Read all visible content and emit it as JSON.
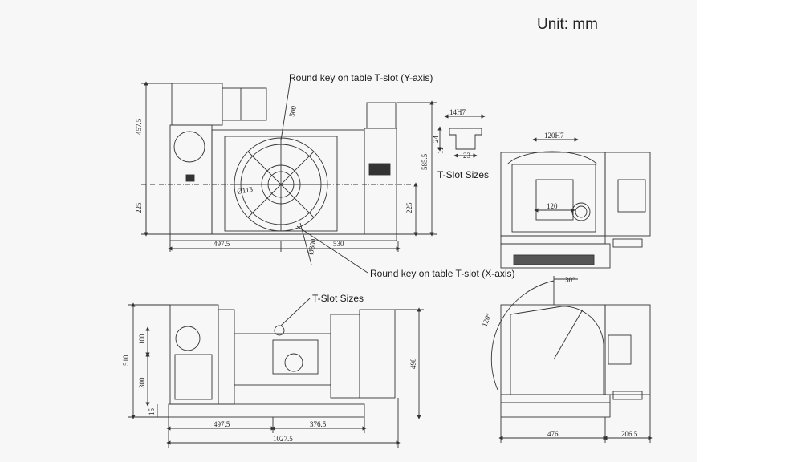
{
  "unit_label": "Unit: mm",
  "callouts": {
    "y_axis_key": "Round key on table T-slot (Y-axis)",
    "x_axis_key": "Round key on table T-slot (X-axis)",
    "tslot_sizes_top": "T-Slot Sizes",
    "tslot_sizes_bottom": "T-Slot Sizes"
  },
  "dimensions": {
    "top_height_457": "457.5",
    "top_height_585": "585.5",
    "top_left_225": "225",
    "top_right_225": "225",
    "top_width_497": "497.5",
    "top_width_530": "530",
    "table_dia_500": "500",
    "bore_dia_113": "Ø113",
    "base_dia_300": "Ø300",
    "slot_14": "14H7",
    "slot_24": "24",
    "slot_23": "23",
    "slot_11": "11",
    "side_bore_120h7": "120H7",
    "side_120": "120",
    "front_510": "510",
    "front_100": "100",
    "front_300": "300",
    "front_498": "498",
    "front_15": "15",
    "front_497": "497.5",
    "front_376": "376.5",
    "front_1027": "1027.5",
    "tilt_30": "30°",
    "tilt_120": "120°",
    "side_476": "476",
    "side_206": "206.5"
  }
}
